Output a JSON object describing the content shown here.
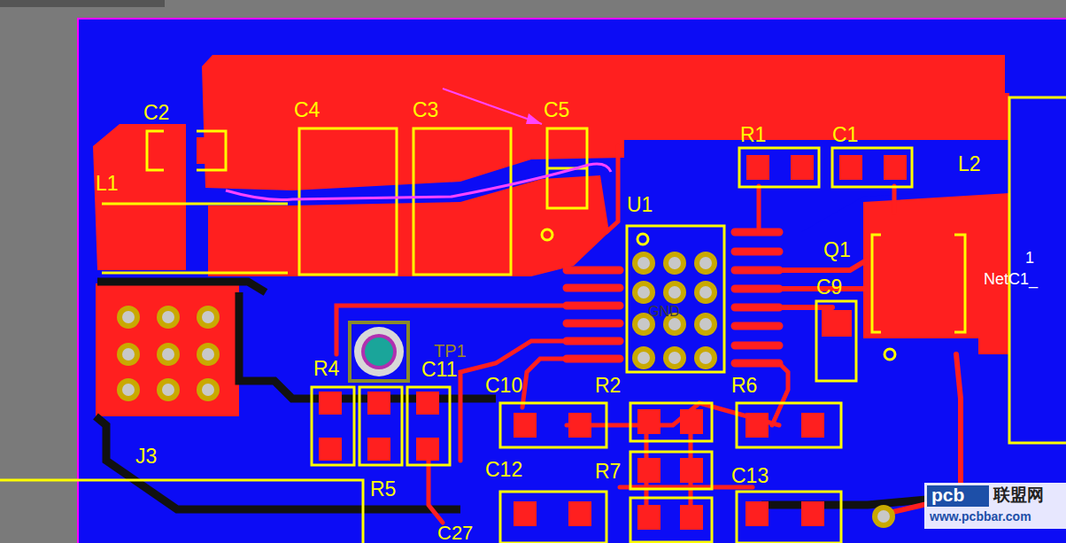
{
  "diagram": {
    "labels": [
      "C2",
      "C4",
      "C3",
      "C5",
      "R1",
      "C1",
      "L2",
      "L1",
      "U1",
      "Q1",
      "1",
      "NetC1_",
      "C9",
      "GND",
      "TP1",
      "R4",
      "C11",
      "C10",
      "R2",
      "R6",
      "J3",
      "R5",
      "C12",
      "R7",
      "C13",
      "C27",
      "pcb",
      "联盟网",
      "www.pcbbar.com"
    ]
  }
}
